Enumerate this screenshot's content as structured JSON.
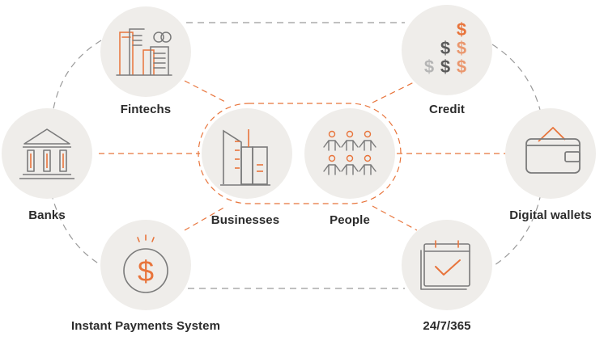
{
  "nodes": {
    "fintechs": {
      "label": "Fintechs",
      "icon": "fintech-buildings-icon"
    },
    "credit": {
      "label": "Credit",
      "icon": "dollar-stack-icon"
    },
    "banks": {
      "label": "Banks",
      "icon": "bank-icon"
    },
    "digital_wallets": {
      "label": "Digital wallets",
      "icon": "wallet-icon"
    },
    "businesses": {
      "label": "Businesses",
      "icon": "office-buildings-icon"
    },
    "people": {
      "label": "People",
      "icon": "people-group-icon"
    },
    "instant_payments": {
      "label": "Instant Payments System",
      "icon": "dollar-coin-icon"
    },
    "always_on": {
      "label": "24/7/365",
      "icon": "calendar-check-icon"
    }
  },
  "colors": {
    "circle_fill": "#efedea",
    "accent_orange": "#e8743b",
    "icon_gray": "#7a7a7a",
    "dashed_gray": "#9a9a9a",
    "label_text": "#2b2b2b"
  }
}
